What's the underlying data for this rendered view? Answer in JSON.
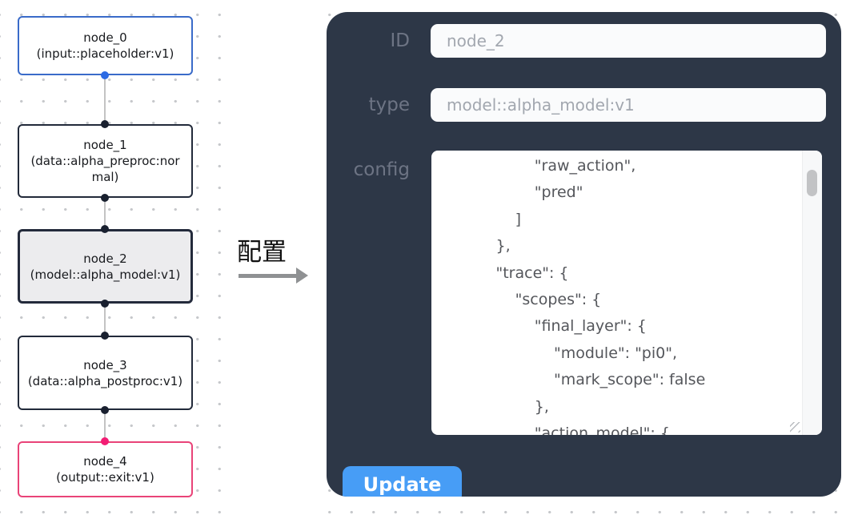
{
  "flow": {
    "nodes": [
      {
        "name": "node_0",
        "type_label": "(input::placeholder:v1)",
        "category": "input"
      },
      {
        "name": "node_1",
        "type_label": "(data::alpha_preproc:normal)",
        "category": "data"
      },
      {
        "name": "node_2",
        "type_label": "(model::alpha_model:v1)",
        "category": "model"
      },
      {
        "name": "node_3",
        "type_label": "(data::alpha_postproc:v1)",
        "category": "data"
      },
      {
        "name": "node_4",
        "type_label": "(output::exit:v1)",
        "category": "output"
      }
    ],
    "selected_node": "node_2",
    "colors": {
      "input_node_border": "#3a6bc9",
      "default_node_border": "#222a3a",
      "output_node_border": "#e94378",
      "selected_node_bg": "#ececee",
      "edge": "#c3c3c3",
      "input_port": "#2d6be4",
      "default_port": "#19202f",
      "output_port": "#f31c74"
    }
  },
  "transfer": {
    "label": "配置",
    "arrow_color": "#8f9193"
  },
  "panel": {
    "background": "#2d3747",
    "fields": [
      {
        "label": "ID",
        "value": "node_2"
      },
      {
        "label": "type",
        "value": "model::alpha_model:v1"
      }
    ],
    "config": {
      "label": "config",
      "value": "                    \"raw_action\",\n                    \"pred\"\n                ]\n            },\n            \"trace\": {\n                \"scopes\": {\n                    \"final_layer\": {\n                        \"module\": \"pi0\",\n                        \"mark_scope\": false\n                    },\n                    \"action_model\": {"
    },
    "update_button": {
      "label": "Update",
      "color": "#479df6"
    }
  }
}
